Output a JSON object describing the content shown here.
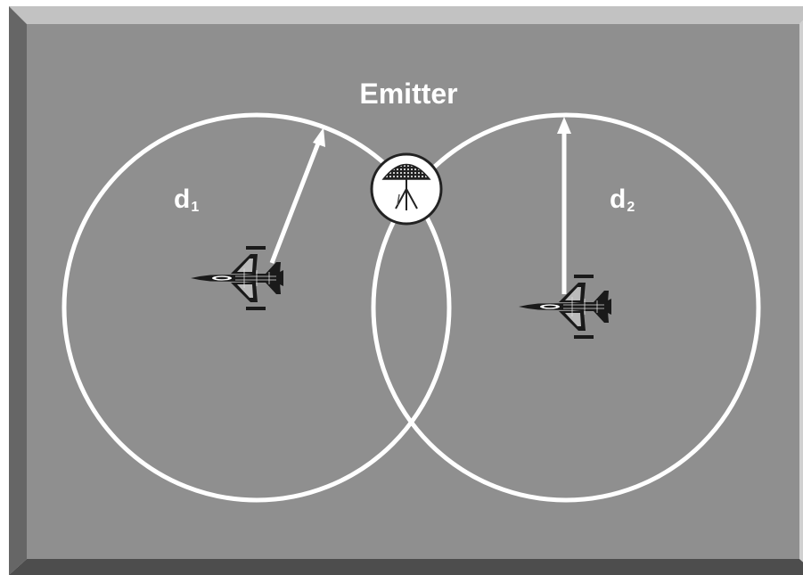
{
  "diagram": {
    "title": "Emitter",
    "labels": [
      {
        "name": "d1",
        "base": "d",
        "sub": "1"
      },
      {
        "name": "d2",
        "base": "d",
        "sub": "2"
      }
    ],
    "icons": [
      "radar-emitter-icon",
      "fighter-jet-icon",
      "fighter-jet-icon"
    ],
    "colors": {
      "panel": "#8f8f8f",
      "bevel_top": "#c2c2c2",
      "bevel_left": "#666666",
      "bevel_right": "#d0d0d0",
      "bevel_bottom": "#4d4d4d",
      "circle": "#ffffff",
      "aircraft": "#1a1a1a"
    }
  }
}
